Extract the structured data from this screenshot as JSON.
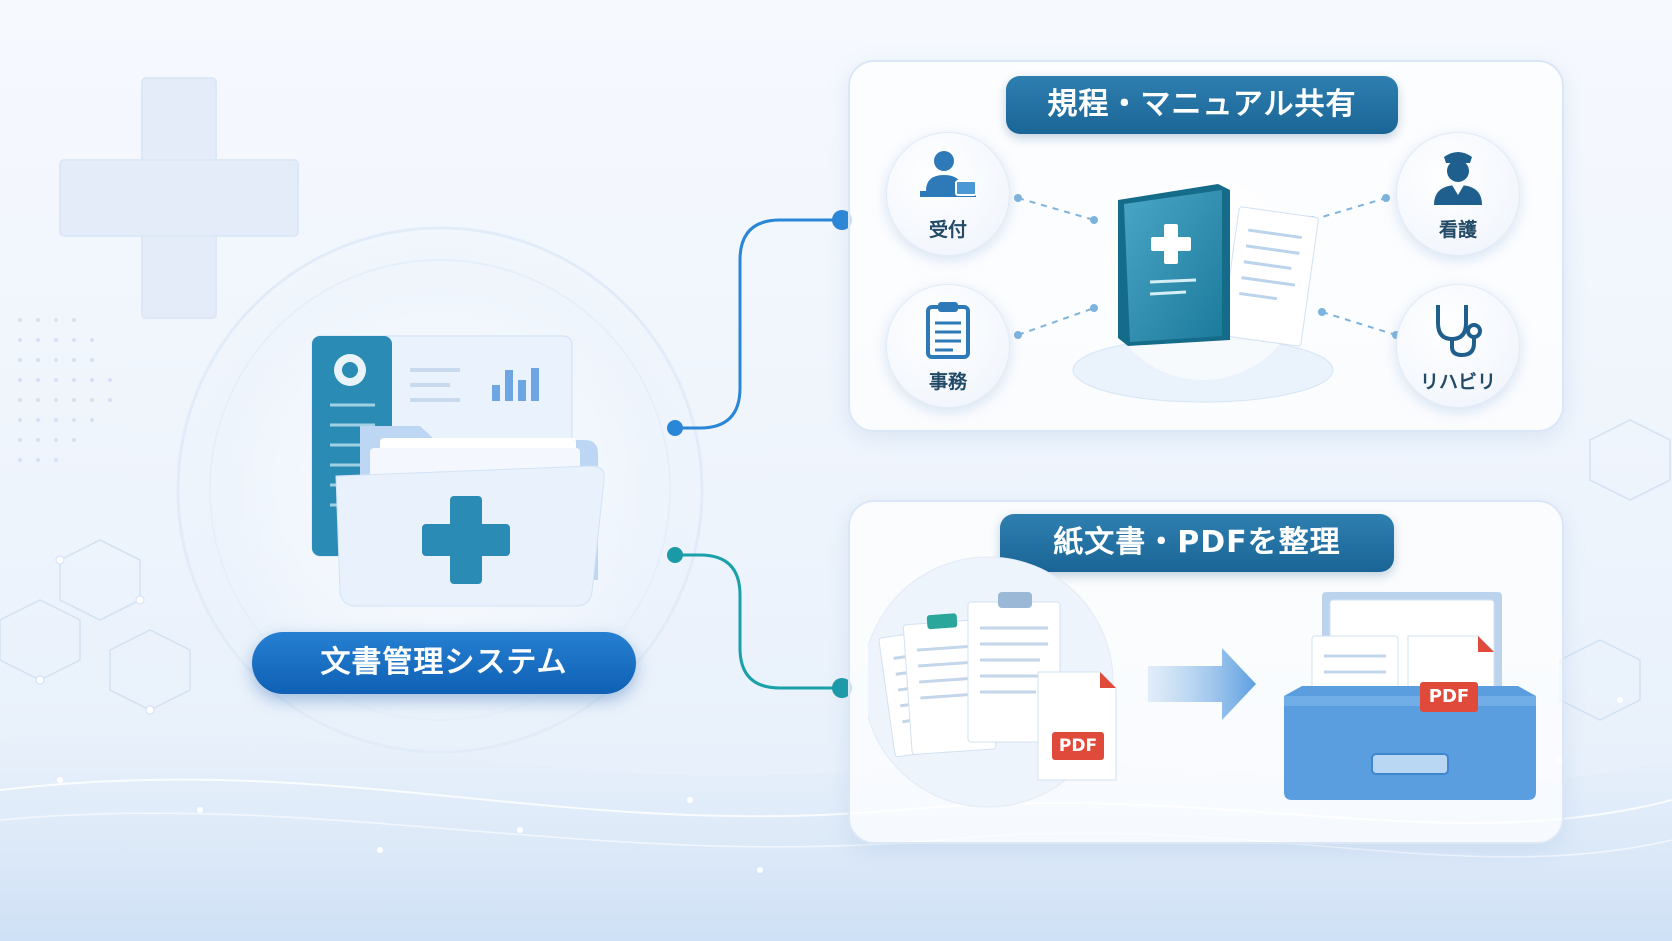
{
  "system": {
    "label": "文書管理システム"
  },
  "sharing": {
    "title": "規程・マニュアル共有",
    "roles": [
      {
        "label": "受付",
        "icon": "receptionist-icon"
      },
      {
        "label": "事務",
        "icon": "clipboard-icon"
      },
      {
        "label": "看護",
        "icon": "nurse-icon"
      },
      {
        "label": "リハビリ",
        "icon": "stethoscope-icon"
      }
    ],
    "center_icon": "manual-book-icon"
  },
  "organize": {
    "title": "紙文書・PDFを整理",
    "pdf_label_1": "PDF",
    "pdf_label_2": "PDF"
  },
  "colors": {
    "primary_blue": "#1565b8",
    "teal": "#1a6e96",
    "connector_blue": "#2a86d6",
    "connector_teal": "#1aa0a8",
    "pdf_red": "#e04a3a"
  }
}
